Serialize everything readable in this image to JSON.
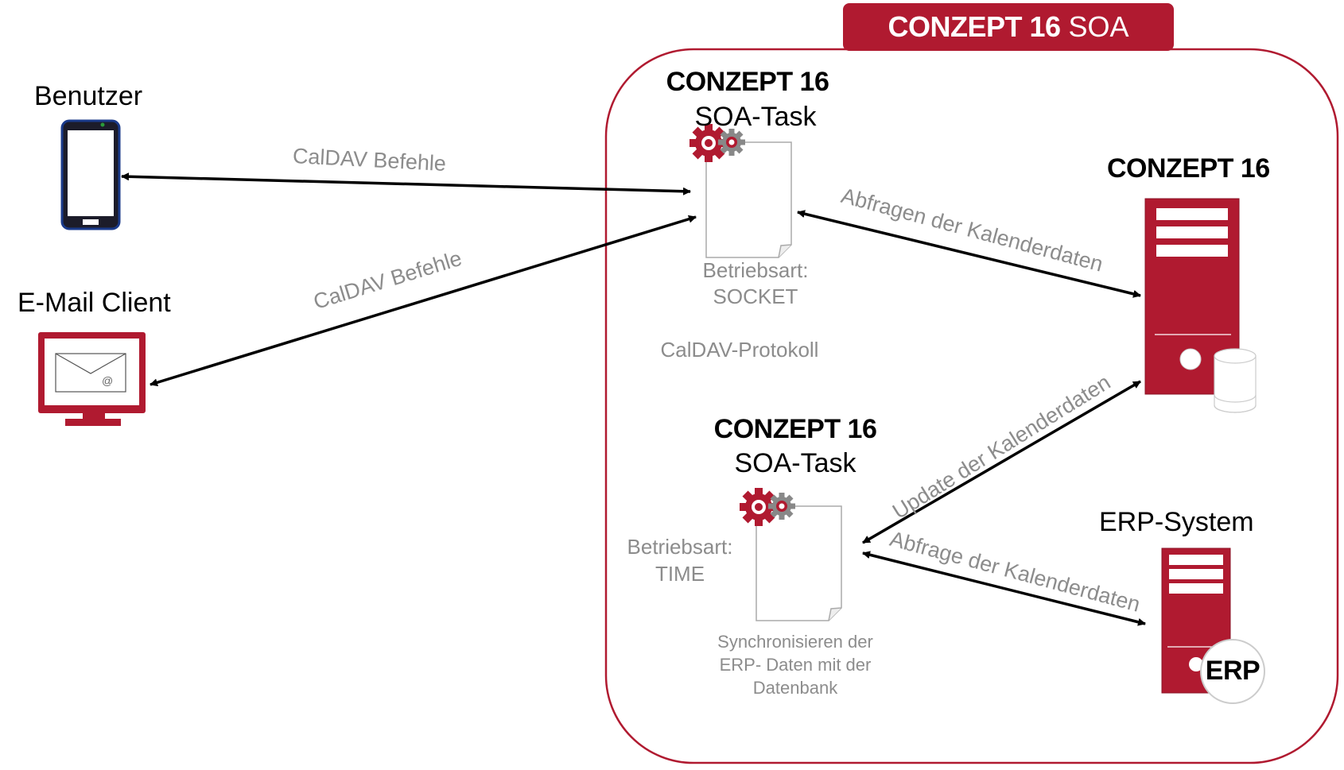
{
  "colors": {
    "brand": "#b01a30",
    "arrow": "#000000",
    "label_gray": "#8c8c8c",
    "page_border": "#b0b0b0"
  },
  "banner": {
    "brand": "CONZEPT 16",
    "product": "SOA"
  },
  "actors": {
    "user": {
      "label": "Benutzer",
      "icon": "smartphone-icon"
    },
    "mail": {
      "label": "E-Mail Client",
      "icon": "monitor-mail-icon",
      "glyph": "@"
    }
  },
  "task1": {
    "brand": "CONZEPT 16",
    "title": "SOA-Task",
    "mode_label": "Betriebsart:",
    "mode_value": "SOCKET",
    "icon": "gears-document-icon"
  },
  "task2": {
    "brand": "CONZEPT 16",
    "title": "SOA-Task",
    "mode_label": "Betriebsart:",
    "mode_value": "TIME",
    "icon": "gears-document-icon",
    "desc": [
      "Synchronisieren der",
      "ERP- Daten mit der",
      "Datenbank"
    ]
  },
  "protocol": "CalDAV-Protokoll",
  "server": {
    "label": "CONZEPT 16",
    "icon": "server-database-icon"
  },
  "erp": {
    "label": "ERP-System",
    "badge": "ERP",
    "icon": "server-erp-icon"
  },
  "edges": {
    "user_task1": "CalDAV Befehle",
    "mail_task1": "CalDAV Befehle",
    "task1_server": "Abfragen der Kalenderdaten",
    "server_task2": "Update der Kalenderdaten",
    "task2_erp": "Abfrage der Kalenderdaten"
  }
}
